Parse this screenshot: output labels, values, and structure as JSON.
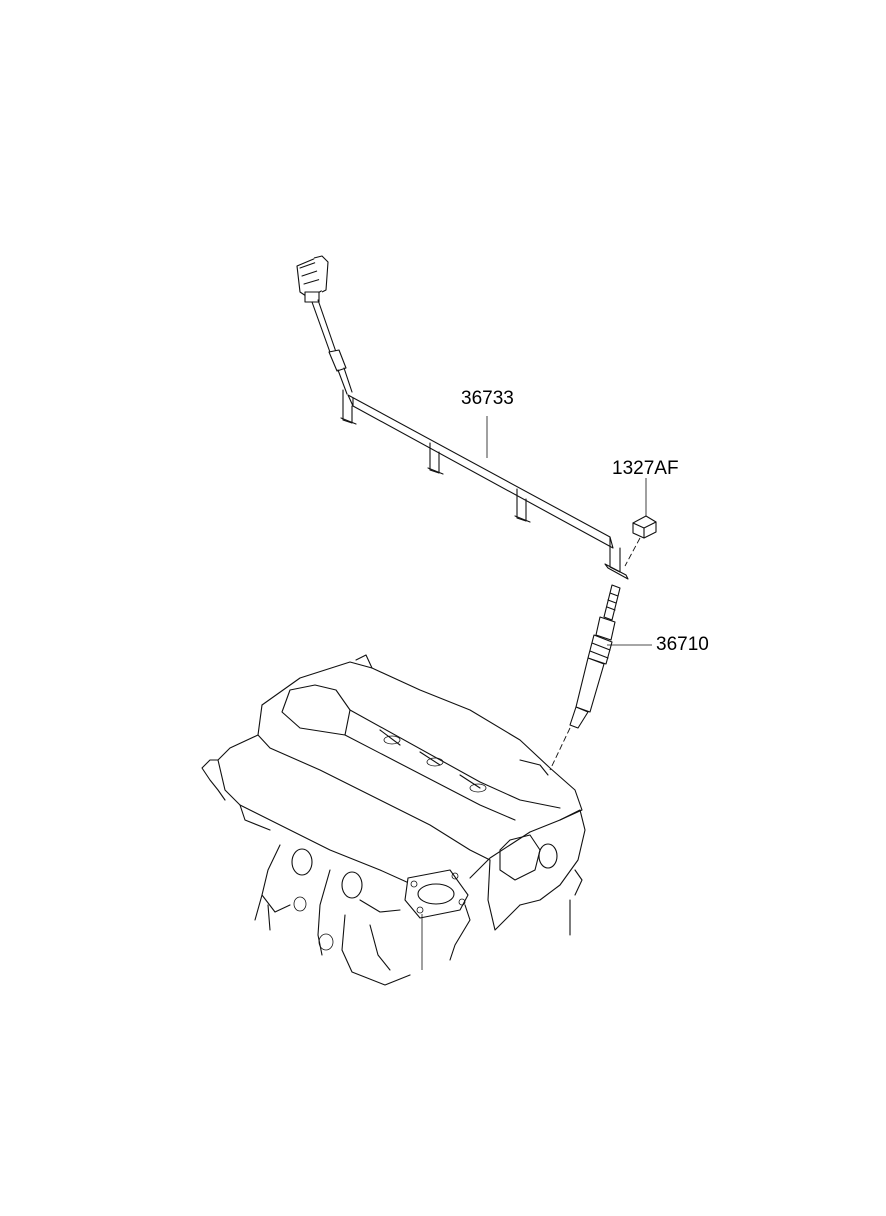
{
  "labels": {
    "harness": "36733",
    "bolt": "1327AF",
    "glow_plug": "36710"
  },
  "colors": {
    "background": "#ffffff",
    "line": "#111111"
  }
}
